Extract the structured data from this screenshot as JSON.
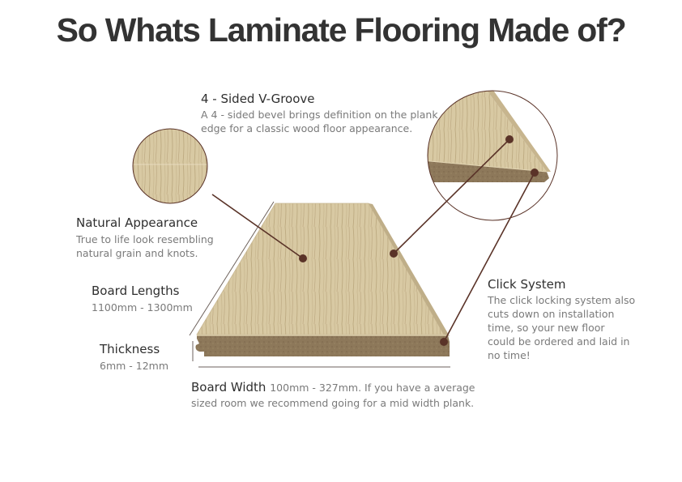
{
  "title": "So Whats Laminate Flooring Made of?",
  "colors": {
    "title_text": "#333333",
    "label_text": "#2f2f2f",
    "desc_text": "#7a7a7a",
    "callout_line": "#5a3328",
    "measure_line": "#6e625c",
    "wood_face": "#d6c7a1",
    "wood_core": "#8f7a5c"
  },
  "callouts": {
    "v_groove": {
      "heading": "4 - Sided V-Groove",
      "lines": [
        "A 4 - sided bevel brings definition on the  plank",
        "edge for a classic wood floor appearance."
      ]
    },
    "natural_appearance": {
      "heading": "Natural Appearance",
      "lines": [
        "True to life look resembling",
        "natural grain and knots."
      ]
    },
    "board_lengths": {
      "heading": "Board Lengths",
      "value": "1100mm - 1300mm"
    },
    "thickness": {
      "heading": "Thickness",
      "value": "6mm - 12mm"
    },
    "click_system": {
      "heading": "Click System",
      "lines": [
        "The click locking system also",
        "cuts down on installation",
        "time, so your new floor",
        "could be ordered and laid in",
        "no time!"
      ]
    },
    "board_width": {
      "heading": "Board Width",
      "line1": "100mm - 327mm. If you have a average",
      "line2": "sized room we recommend going for a mid width plank."
    }
  },
  "illustrations": {
    "plank": "laminate-plank-photo",
    "grain_zoom": "wood-grain-closeup",
    "edge_zoom": "plank-edge-closeup"
  }
}
